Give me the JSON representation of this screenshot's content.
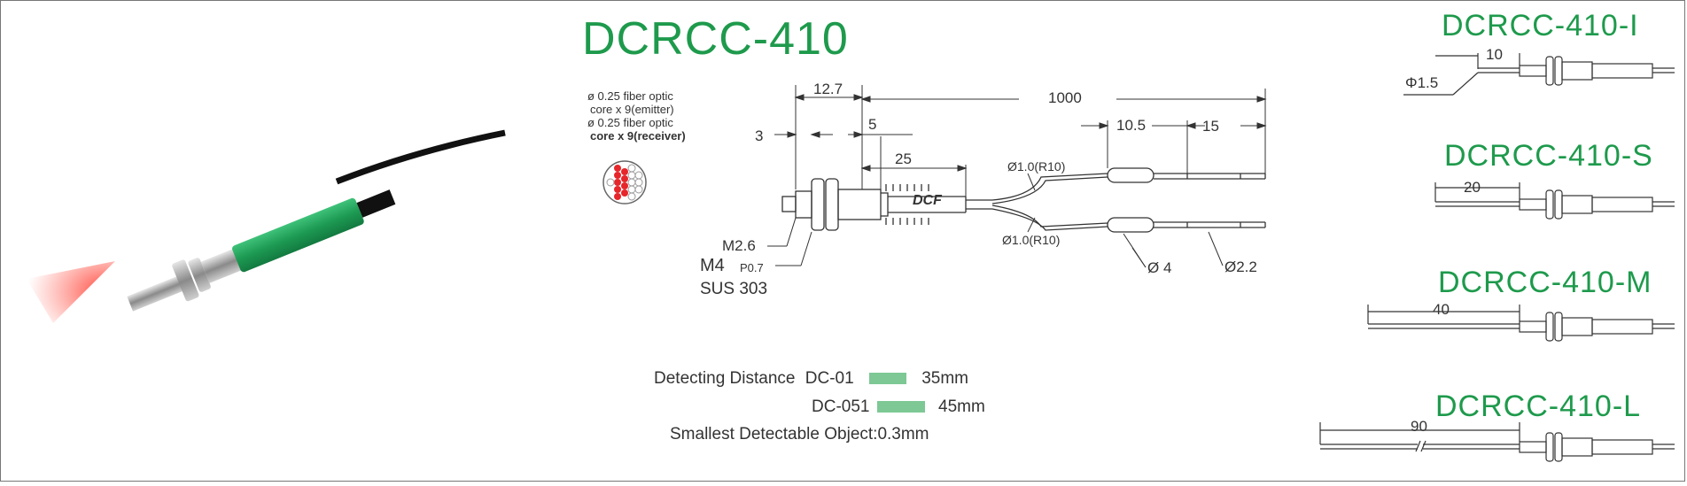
{
  "title": "DCRCC-410",
  "fiber_notes": {
    "line1": "ø 0.25 fiber optic",
    "line2": "core x 9(emitter)",
    "line3": "ø  0.25 fiber optic",
    "line4": "core x 9(receiver)"
  },
  "dimensions": {
    "d_12_7": "12.7",
    "d_1000": "1000",
    "d_3": "3",
    "d_5": "5",
    "d_25": "25",
    "d_10_5": "10.5",
    "d_15": "15",
    "fiber_top": "Ø1.0(R10)",
    "fiber_bottom": "Ø1.0(R10)",
    "tip_phi4": "Ø 4",
    "tail_phi22": "Ø2.2",
    "m26": "M2.6",
    "m4": "M4",
    "pitch": "P0.7",
    "material": "SUS 303",
    "brand": "DCF"
  },
  "detection": {
    "label": "Detecting  Distance",
    "rows": [
      {
        "model": "DC-01",
        "value": "35mm"
      },
      {
        "model": "DC-051",
        "value": "45mm"
      }
    ],
    "smallest": "Smallest Detectable Object:0.3mm"
  },
  "variants": [
    {
      "title": "DCRCC-410-I",
      "dim": "10",
      "extra": "Φ1.5"
    },
    {
      "title": "DCRCC-410-S",
      "dim": "20"
    },
    {
      "title": "DCRCC-410-M",
      "dim": "40"
    },
    {
      "title": "DCRCC-410-L",
      "dim": "90"
    }
  ],
  "colors": {
    "accent": "#1e9a4c",
    "sensor_green": "#22a05a",
    "bar": "#7dc895",
    "core_red": "#e6262a"
  }
}
